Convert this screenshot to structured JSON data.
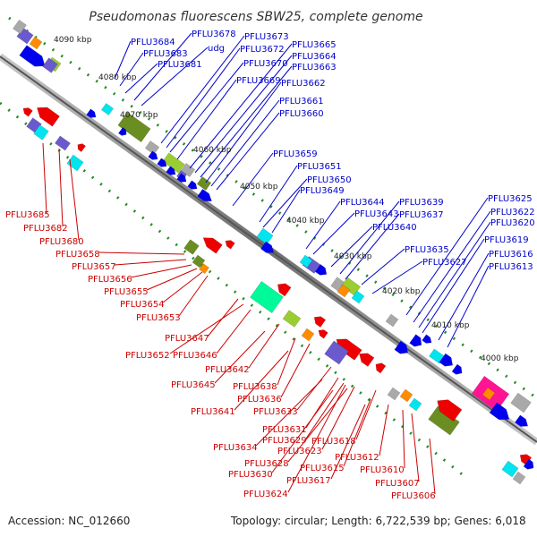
{
  "title": "Pseudomonas fluorescens SBW25, complete genome",
  "accession": "Accession: NC_012660",
  "summary": "Topology: circular; Length: 6,722,539 bp; Genes: 6,018",
  "scale_labels": [
    "4090 kbp",
    "4080 kbp",
    "4070 kbp",
    "4060 kbp",
    "4050 kbp",
    "4040 kbp",
    "4030 kbp",
    "4020 kbp",
    "4010 kbp",
    "4000 kbp"
  ],
  "forward_labels": [
    "PFLU3684",
    "PFLU3683",
    "PFLU3681",
    "PFLU3678",
    "udg",
    "PFLU3673",
    "PFLU3672",
    "PFLU3670",
    "PFLU3669",
    "PFLU3665",
    "PFLU3664",
    "PFLU3663",
    "PFLU3662",
    "PFLU3661",
    "PFLU3660",
    "PFLU3659",
    "PFLU3651",
    "PFLU3650",
    "PFLU3649",
    "PFLU3644",
    "PFLU3643",
    "PFLU3640",
    "PFLU3639",
    "PFLU3637",
    "PFLU3635",
    "PFLU3627",
    "PFLU3625",
    "PFLU3622",
    "PFLU3620",
    "PFLU3619",
    "PFLU3616",
    "PFLU3613"
  ],
  "reverse_labels": [
    "PFLU3685",
    "PFLU3682",
    "PFLU3680",
    "PFLU3658",
    "PFLU3657",
    "PFLU3656",
    "PFLU3655",
    "PFLU3654",
    "PFLU3653",
    "PFLU3647",
    "PFLU3652",
    "PFLU3646",
    "PFLU3642",
    "PFLU3645",
    "PFLU3638",
    "PFLU3636",
    "PFLU3641",
    "PFLU3633",
    "PFLU3631",
    "PFLU3629",
    "PFLU3634",
    "PFLU3623",
    "PFLU3618",
    "PFLU3628",
    "PFLU3615",
    "PFLU3630",
    "PFLU3617",
    "PFLU3612",
    "PFLU3610",
    "PFLU3607",
    "PFLU3624",
    "PFLU3606"
  ],
  "colors": {
    "forward_cds": "#0000ee",
    "reverse_cds": "#ee0000",
    "forward_label": "#0000cc",
    "reverse_label": "#cc0000",
    "backbone": "#888888",
    "ticks": "#228b22",
    "olive": "#6b8e23",
    "olive_light": "#9acd32",
    "violet": "#6a5acd",
    "cyan": "#00e5ee",
    "pink": "#ff1493",
    "gray": "#a9a9a9",
    "green": "#00fa9a",
    "orange": "#ff8c00"
  }
}
